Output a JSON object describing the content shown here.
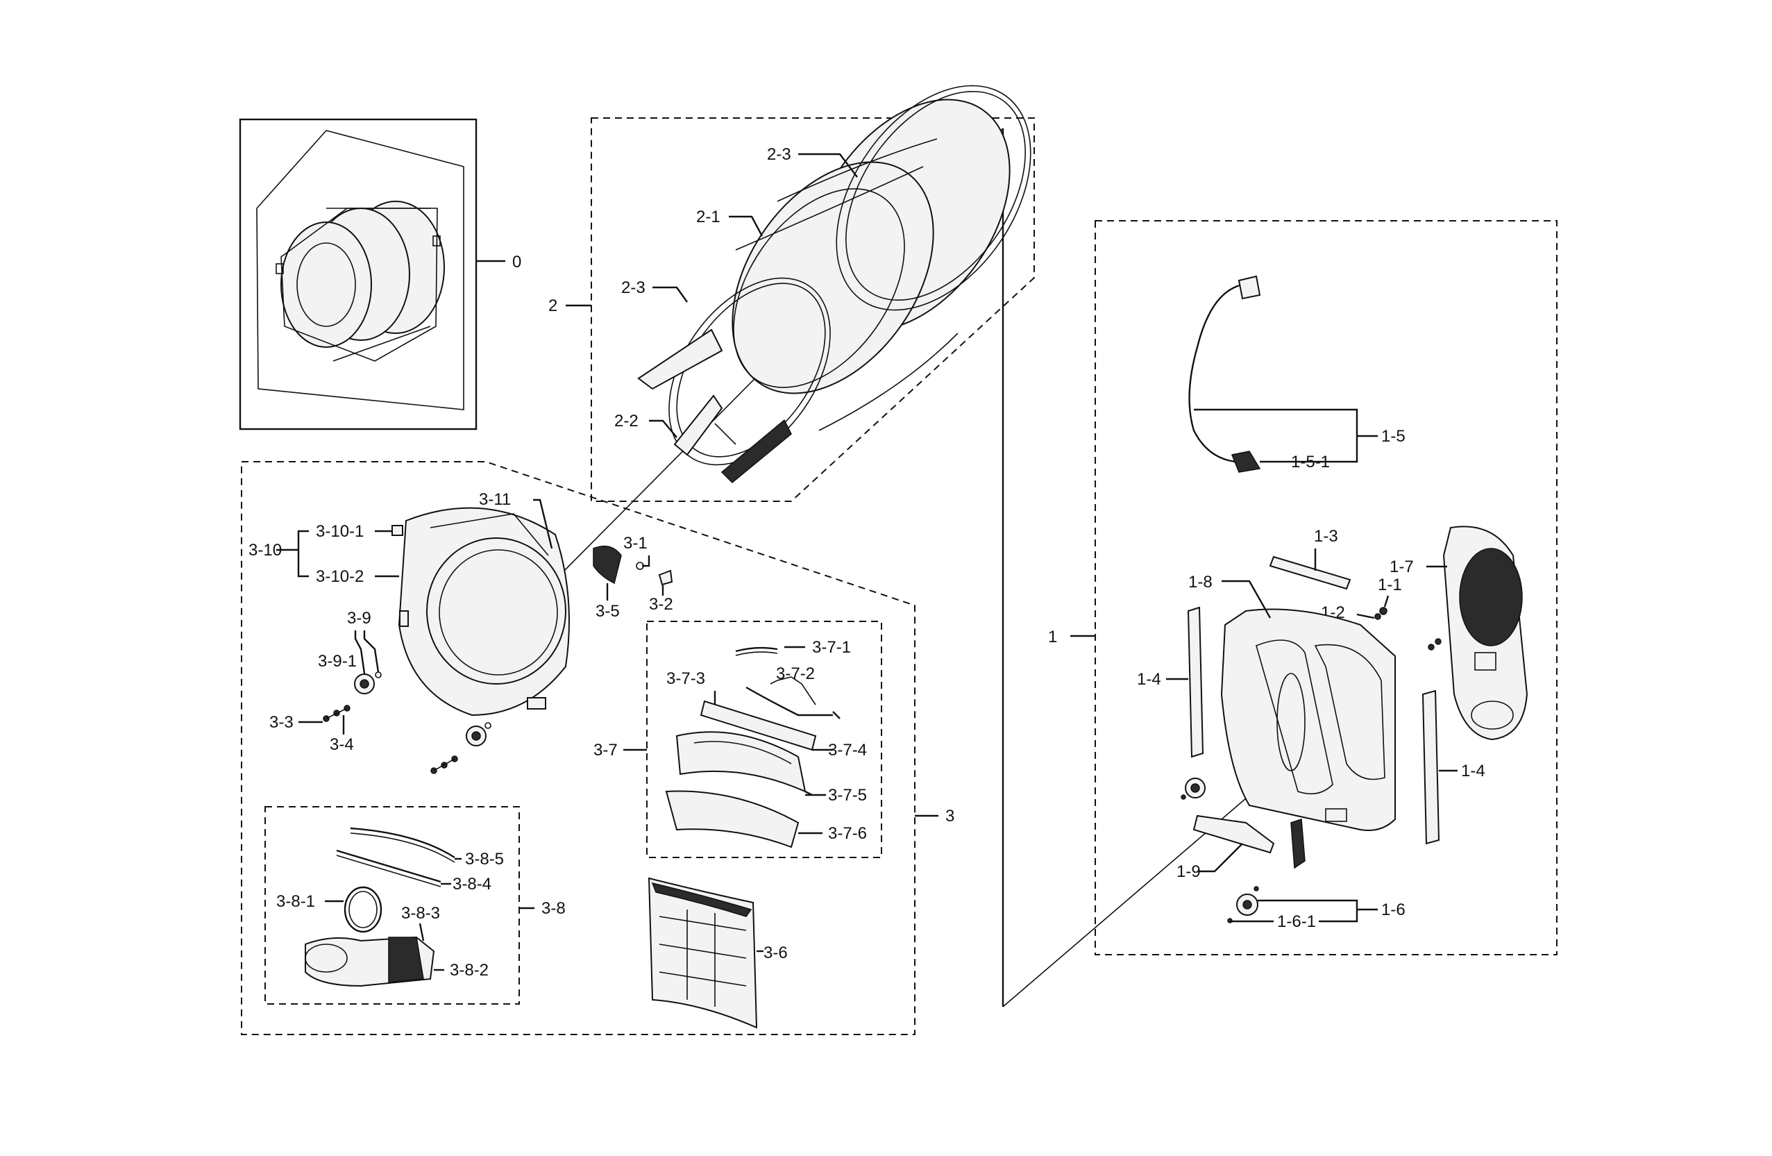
{
  "labels": {
    "l0": "0",
    "l1": "1",
    "l1_1": "1-1",
    "l1_2": "1-2",
    "l1_3": "1-3",
    "l1_4a": "1-4",
    "l1_4b": "1-4",
    "l1_5": "1-5",
    "l1_5_1": "1-5-1",
    "l1_6": "1-6",
    "l1_6_1": "1-6-1",
    "l1_7": "1-7",
    "l1_8": "1-8",
    "l1_9": "1-9",
    "l2": "2",
    "l2_1": "2-1",
    "l2_2": "2-2",
    "l2_3a": "2-3",
    "l2_3b": "2-3",
    "l3": "3",
    "l3_1": "3-1",
    "l3_2": "3-2",
    "l3_3": "3-3",
    "l3_4": "3-4",
    "l3_5": "3-5",
    "l3_6": "3-6",
    "l3_7": "3-7",
    "l3_7_1": "3-7-1",
    "l3_7_2": "3-7-2",
    "l3_7_3": "3-7-3",
    "l3_7_4": "3-7-4",
    "l3_7_5": "3-7-5",
    "l3_7_6": "3-7-6",
    "l3_8": "3-8",
    "l3_8_1": "3-8-1",
    "l3_8_2": "3-8-2",
    "l3_8_3": "3-8-3",
    "l3_8_4": "3-8-4",
    "l3_8_5": "3-8-5",
    "l3_9": "3-9",
    "l3_9_1": "3-9-1",
    "l3_10": "3-10",
    "l3_10_1": "3-10-1",
    "l3_10_2": "3-10-2",
    "l3_11": "3-11"
  }
}
